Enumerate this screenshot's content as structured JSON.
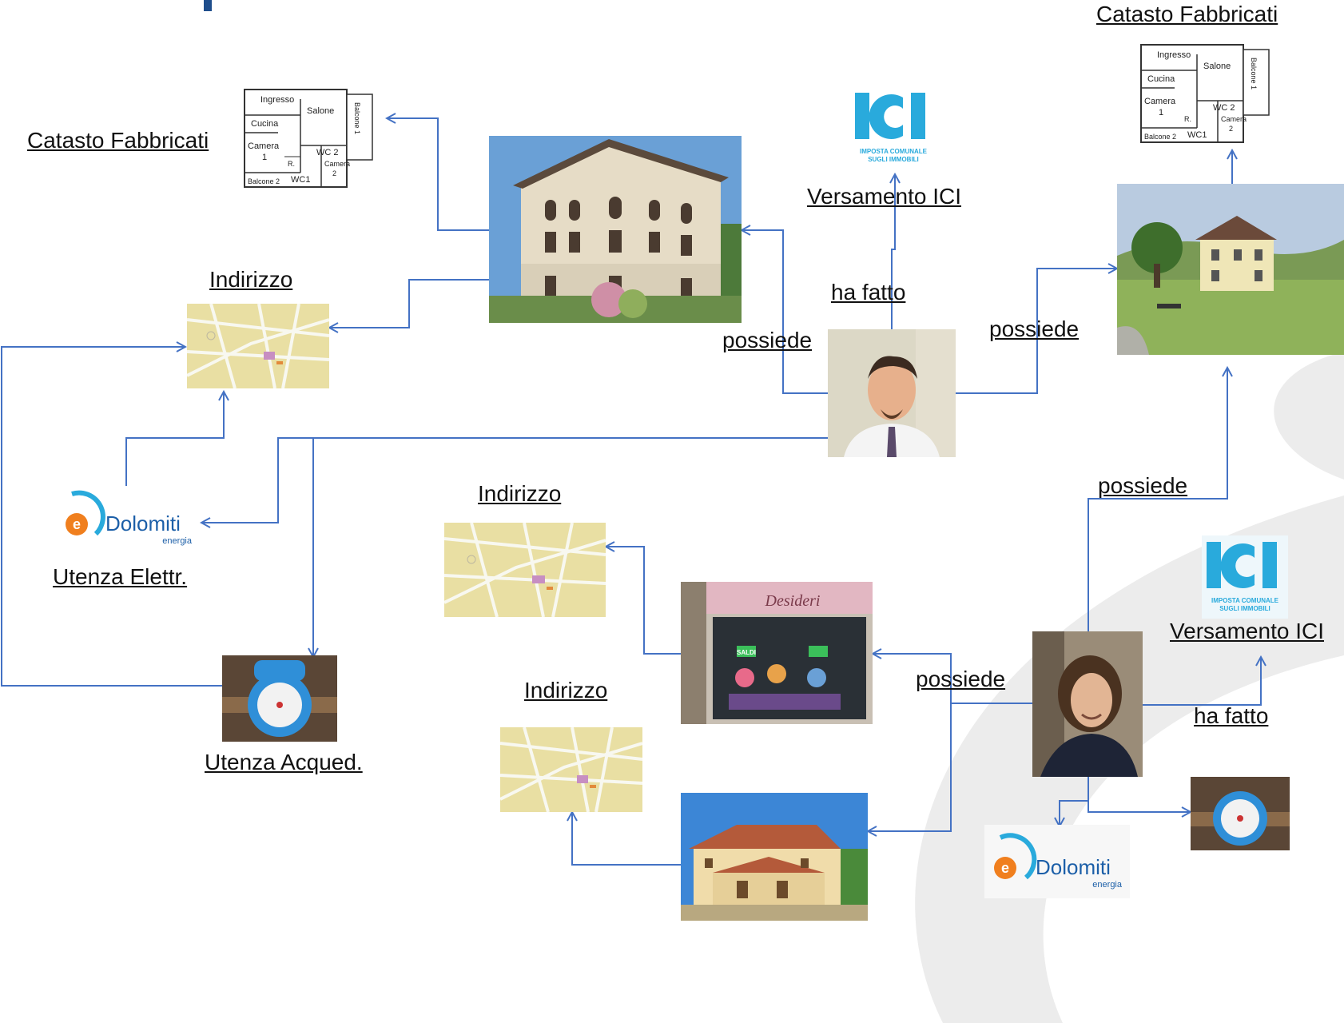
{
  "colors": {
    "connector": "#4472c4",
    "ici_blue": "#29aadc",
    "dolomiti_orange": "#f07f1e",
    "dolomiti_blue": "#1c5fa8",
    "map_bg": "#e9dfa3",
    "swoosh": "#ececec"
  },
  "labels": {
    "catasto_left": "Catasto Fabbricati",
    "catasto_right": "Catasto Fabbricati",
    "indirizzo_top": "Indirizzo",
    "indirizzo_mid": "Indirizzo",
    "indirizzo_low": "Indirizzo",
    "versamento_top": "Versamento ICI",
    "versamento_right": "Versamento ICI",
    "ha_fatto_top": "ha fatto",
    "ha_fatto_right": "ha fatto",
    "possiede_1": "possiede",
    "possiede_2": "possiede",
    "possiede_3": "possiede",
    "possiede_4": "possiede",
    "utenza_elettr": "Utenza Elettr.",
    "utenza_acqued": "Utenza Acqued."
  },
  "floorplan": {
    "ingresso": "Ingresso",
    "salone": "Salone",
    "cucina": "Cucina",
    "camera1": "Camera",
    "camera1_num": "1",
    "camera2": "Camera",
    "camera2_num": "2",
    "wc1": "WC1",
    "wc2": "WC 2",
    "r": "R.",
    "balcone1": "Balcone 1",
    "balcone2": "Balcone 2"
  },
  "ici": {
    "logo_text": "ICI",
    "subtitle_1": "IMPOSTA COMUNALE",
    "subtitle_2": "SUGLI IMMOBILI"
  },
  "dolomiti": {
    "name": "Dolomiti",
    "sub": "energia",
    "mark": "e"
  },
  "shop": {
    "sign": "Desideri",
    "tag": "SALDI"
  },
  "icons": [
    "person-photo",
    "building-photo",
    "map-thumbnail",
    "water-meter-photo",
    "floorplan-image",
    "ici-logo",
    "dolomiti-logo",
    "shop-photo",
    "villa-photo"
  ]
}
